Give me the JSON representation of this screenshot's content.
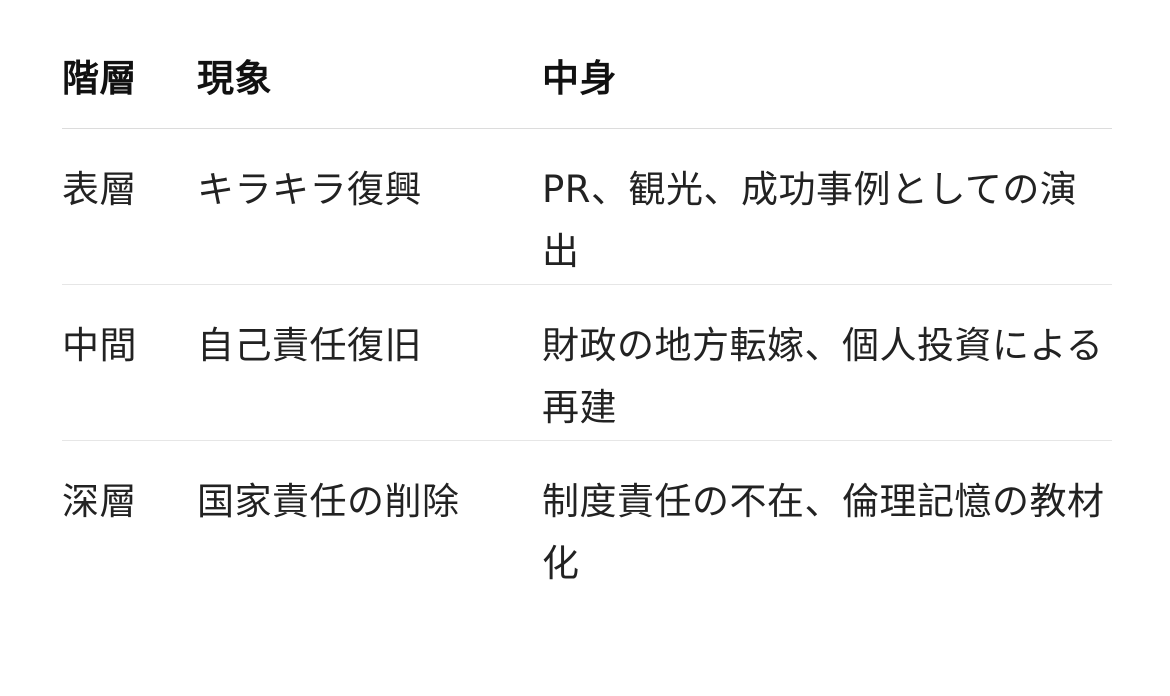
{
  "table": {
    "headers": [
      "階層",
      "現象",
      "中身"
    ],
    "rows": [
      {
        "level": "表層",
        "phenomenon": "キラキラ復興",
        "content": "PR、観光、成功事例としての演出"
      },
      {
        "level": "中間",
        "phenomenon": "自己責任復旧",
        "content": "財政の地方転嫁、個人投資による再建"
      },
      {
        "level": "深層",
        "phenomenon": "国家責任の削除",
        "content": "制度責任の不在、倫理記憶の教材化"
      }
    ]
  }
}
